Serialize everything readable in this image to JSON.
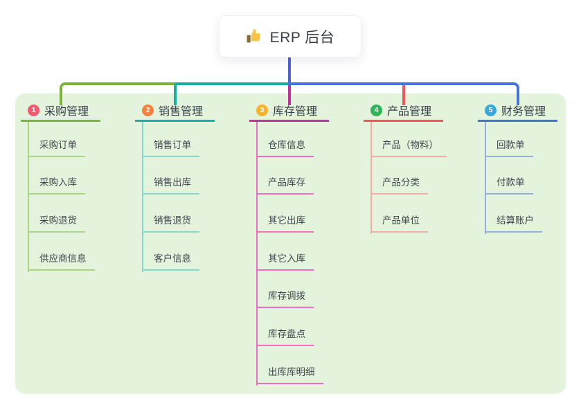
{
  "root": {
    "title": "ERP 后台",
    "icon": "thumbs-up-icon"
  },
  "theme": {
    "panel_bg": "#e4f3dc",
    "stem_color": "#5261d3",
    "root_text_color": "#373d47",
    "branch_text_color": "#353b44",
    "child_text_color": "#41464d"
  },
  "branches": [
    {
      "num": "1",
      "label": "采购管理",
      "badge_color": "#f25b70",
      "line_color": "#7cb33e",
      "child_line_color": "#a9d482",
      "children": [
        "采购订单",
        "采购入库",
        "采购退货",
        "供应商信息"
      ]
    },
    {
      "num": "2",
      "label": "销售管理",
      "badge_color": "#f6823d",
      "line_color": "#13b1a4",
      "child_line_color": "#82d7cf",
      "children": [
        "销售订单",
        "销售出库",
        "销售退货",
        "客户信息"
      ]
    },
    {
      "num": "3",
      "label": "库存管理",
      "badge_color": "#f7b32a",
      "line_color": "#c5319f",
      "child_line_color": "#f06dc3",
      "children": [
        "仓库信息",
        "产品库存",
        "其它出库",
        "其它入库",
        "库存调拨",
        "库存盘点",
        "出库库明细"
      ]
    },
    {
      "num": "4",
      "label": "产品管理",
      "badge_color": "#31b457",
      "line_color": "#f2555a",
      "child_line_color": "#f8aba6",
      "children": [
        "产品（物料）",
        "产品分类",
        "产品单位"
      ]
    },
    {
      "num": "5",
      "label": "财务管理",
      "badge_color": "#36a9dc",
      "line_color": "#4573da",
      "child_line_color": "#93afe6",
      "children": [
        "回款单",
        "付款单",
        "结算账户"
      ]
    }
  ]
}
